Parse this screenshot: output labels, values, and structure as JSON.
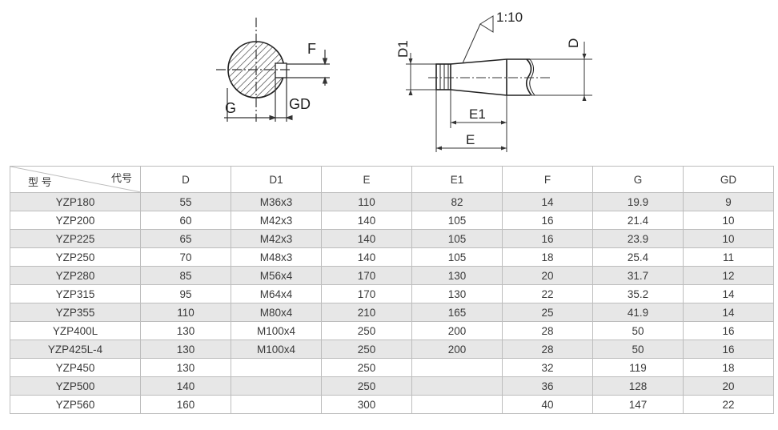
{
  "drawing": {
    "labels": {
      "F": "F",
      "G": "G",
      "GD": "GD",
      "D1": "D1",
      "D": "D",
      "E1": "E1",
      "E": "E",
      "taper": "1:10"
    }
  },
  "table": {
    "corner_code": "代号",
    "corner_model": "型 号",
    "columns": [
      "D",
      "D1",
      "E",
      "E1",
      "F",
      "G",
      "GD"
    ],
    "rows": [
      {
        "model": "YZP180",
        "cells": [
          "55",
          "M36x3",
          "110",
          "82",
          "14",
          "19.9",
          "9"
        ]
      },
      {
        "model": "YZP200",
        "cells": [
          "60",
          "M42x3",
          "140",
          "105",
          "16",
          "21.4",
          "10"
        ]
      },
      {
        "model": "YZP225",
        "cells": [
          "65",
          "M42x3",
          "140",
          "105",
          "16",
          "23.9",
          "10"
        ]
      },
      {
        "model": "YZP250",
        "cells": [
          "70",
          "M48x3",
          "140",
          "105",
          "18",
          "25.4",
          "11"
        ]
      },
      {
        "model": "YZP280",
        "cells": [
          "85",
          "M56x4",
          "170",
          "130",
          "20",
          "31.7",
          "12"
        ]
      },
      {
        "model": "YZP315",
        "cells": [
          "95",
          "M64x4",
          "170",
          "130",
          "22",
          "35.2",
          "14"
        ]
      },
      {
        "model": "YZP355",
        "cells": [
          "110",
          "M80x4",
          "210",
          "165",
          "25",
          "41.9",
          "14"
        ]
      },
      {
        "model": "YZP400L",
        "cells": [
          "130",
          "M100x4",
          "250",
          "200",
          "28",
          "50",
          "16"
        ]
      },
      {
        "model": "YZP425L-4",
        "cells": [
          "130",
          "M100x4",
          "250",
          "200",
          "28",
          "50",
          "16"
        ]
      },
      {
        "model": "YZP450",
        "cells": [
          "130",
          "",
          "250",
          "",
          "32",
          "119",
          "18"
        ]
      },
      {
        "model": "YZP500",
        "cells": [
          "140",
          "",
          "250",
          "",
          "36",
          "128",
          "20"
        ]
      },
      {
        "model": "YZP560",
        "cells": [
          "160",
          "",
          "300",
          "",
          "40",
          "147",
          "22"
        ]
      }
    ]
  }
}
